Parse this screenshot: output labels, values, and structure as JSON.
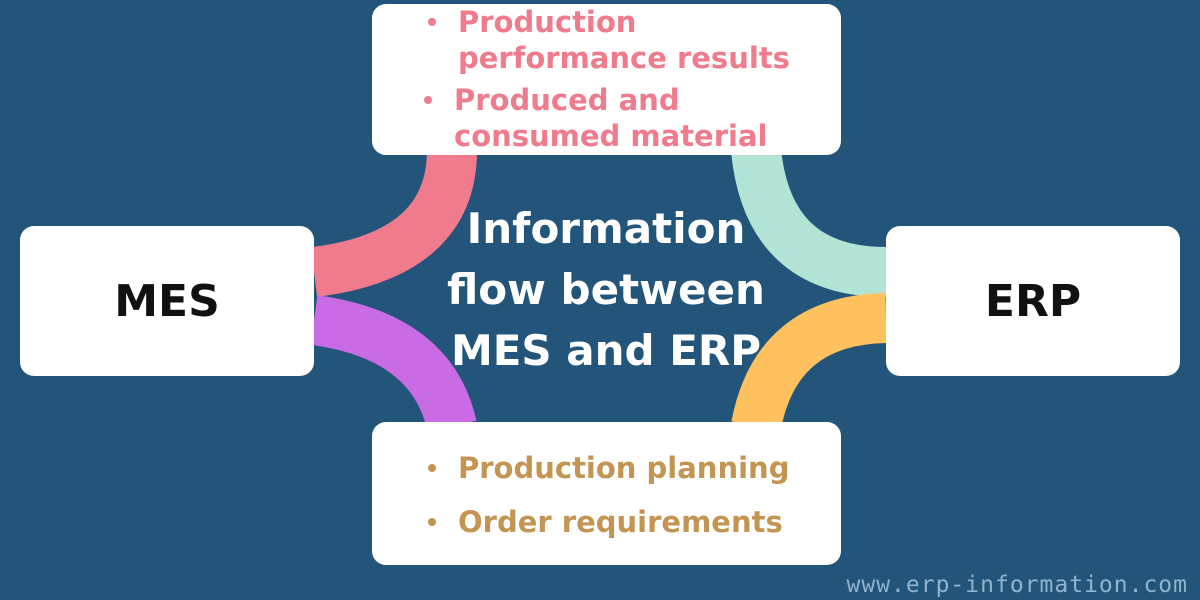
{
  "center_title": "Information\nflow between\nMES and ERP",
  "nodes": {
    "mes": "MES",
    "erp": "ERP"
  },
  "top_box": {
    "items": [
      "Production performance results",
      "Produced and consumed material"
    ],
    "color": "#ef7b8d"
  },
  "bottom_box": {
    "items": [
      "Production planning",
      "Order requirements"
    ],
    "color": "#c49552"
  },
  "arc_colors": {
    "mes_to_top": "#ef7b8d",
    "top_to_erp": "#b3e3d4",
    "mes_to_bottom": "#c86be4",
    "bottom_to_erp": "#ffc15e"
  },
  "background": "#23557a",
  "watermark": "www.erp-information.com"
}
